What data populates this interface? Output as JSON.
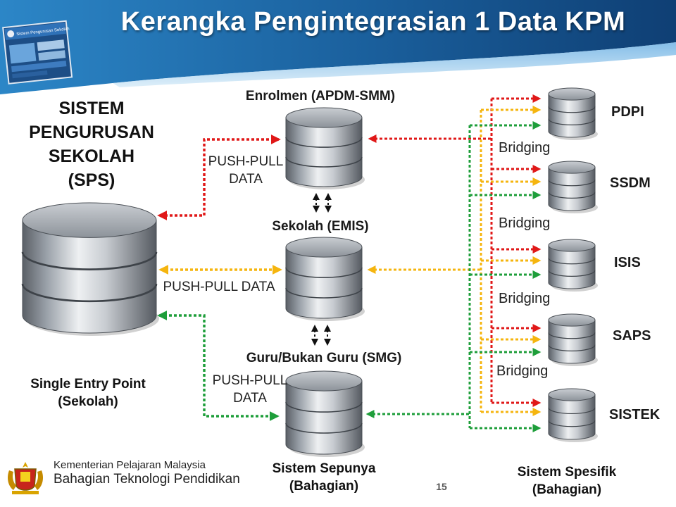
{
  "title": "Kerangka Pengintegrasian 1 Data KPM",
  "thumbnail": {
    "text": "Sistem Pengurusan Sekolah"
  },
  "sps": {
    "line1": "SISTEM",
    "line2": "PENGURUSAN",
    "line3": "SEKOLAH",
    "line4": "(SPS)"
  },
  "single_entry": {
    "line1": "Single Entry Point",
    "line2": "(Sekolah)"
  },
  "central": {
    "enrolmen": "Enrolmen (APDM-SMM)",
    "sekolah": "Sekolah (EMIS)",
    "guru": "Guru/Bukan Guru (SMG)",
    "sepunya_line1": "Sistem Sepunya",
    "sepunya_line2": "(Bahagian)"
  },
  "push_pull": {
    "top_line1": "PUSH-PULL",
    "top_line2": "DATA",
    "mid": "PUSH-PULL DATA",
    "bottom_line1": "PUSH-PULL",
    "bottom_line2": "DATA"
  },
  "bridging": [
    "Bridging",
    "Bridging",
    "Bridging",
    "Bridging"
  ],
  "specific_systems": [
    "PDPI",
    "SSDM",
    "ISIS",
    "SAPS",
    "SISTEK"
  ],
  "spesifik": {
    "line1": "Sistem Spesifik",
    "line2": "(Bahagian)"
  },
  "footer": {
    "ministry": "Kementerian Pelajaran Malaysia",
    "division": "Bahagian Teknologi Pendidikan",
    "page_number": "15"
  },
  "colors": {
    "red": "#e01818",
    "yellow": "#f5b50f",
    "green": "#1e9e3a",
    "header_blue": "#1d6fae"
  }
}
